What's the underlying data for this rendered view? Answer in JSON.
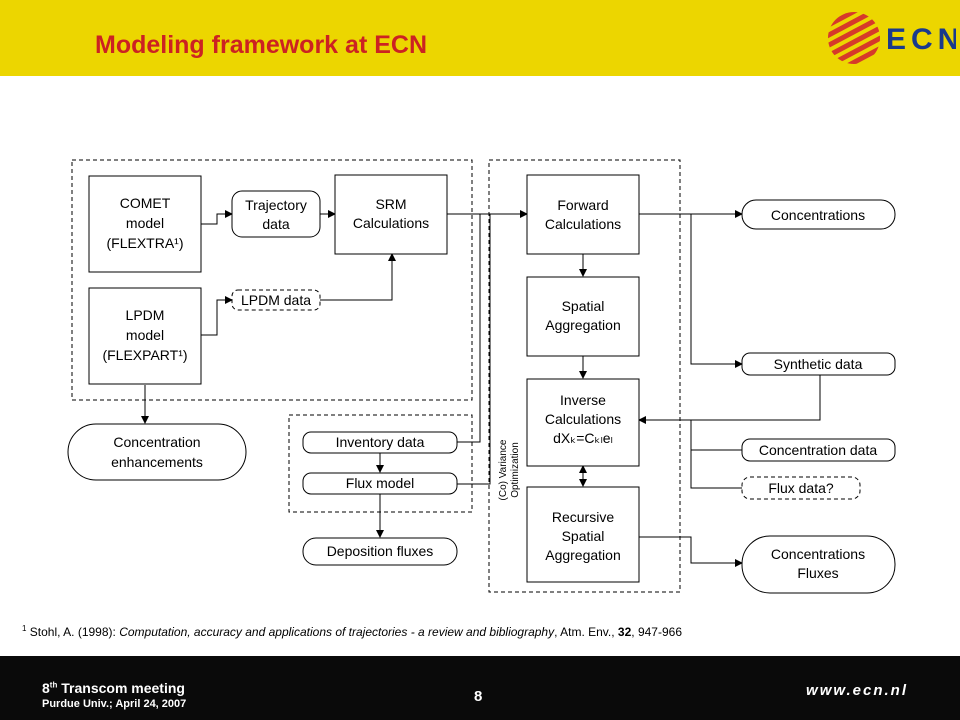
{
  "slide": {
    "title": "Modeling framework at ECN",
    "logo_text": "ECN",
    "colors": {
      "header_bg": "#ecd600",
      "title": "#cc2222",
      "logo_red": "#d63a2a",
      "logo_blue": "#1a3a8c",
      "footer_bg": "#0a0a0a"
    }
  },
  "diagram": {
    "nodes": {
      "comet": [
        "COMET",
        "model",
        "(FLEXTRA¹)"
      ],
      "lpdm": [
        "LPDM",
        "model",
        "(FLEXPART¹)"
      ],
      "trajectory": [
        "Trajectory",
        "data"
      ],
      "lpdm_data": [
        "LPDM data"
      ],
      "srm": [
        "SRM",
        "Calculations"
      ],
      "conc_enh": [
        "Concentration",
        "enhancements"
      ],
      "inventory": [
        "Inventory data"
      ],
      "flux_model": [
        "Flux model"
      ],
      "deposition": [
        "Deposition fluxes"
      ],
      "forward": [
        "Forward",
        "Calculations"
      ],
      "spatial": [
        "Spatial",
        "Aggregation"
      ],
      "inverse": [
        "Inverse",
        "Calculations",
        "dXₖ=Cₖₗeₗ"
      ],
      "recursive": [
        "Recursive",
        "Spatial",
        "Aggregation"
      ],
      "concentrations": [
        "Concentrations"
      ],
      "synthetic": [
        "Synthetic data"
      ],
      "conc_data": [
        "Concentration data"
      ],
      "flux_data": [
        "Flux data?"
      ],
      "conc_fluxes": [
        "Concentrations",
        "Fluxes"
      ]
    },
    "side_label": [
      "(Co) Variance",
      "Optimization"
    ]
  },
  "footnote": {
    "mark": "1",
    "author": "Stohl, A. (1998):",
    "title": "Computation, accuracy and applications of trajectories - a review and bibliography",
    "journal": ", Atm. Env.,",
    "volume": "32",
    "pages": ", 947-966"
  },
  "footer": {
    "meeting_num": "8",
    "meeting_sup": "th",
    "meeting_rest": "Transcom meeting",
    "venue": "Purdue Univ.; April 24, 2007",
    "page": "8",
    "web": "www.ecn.nl"
  }
}
